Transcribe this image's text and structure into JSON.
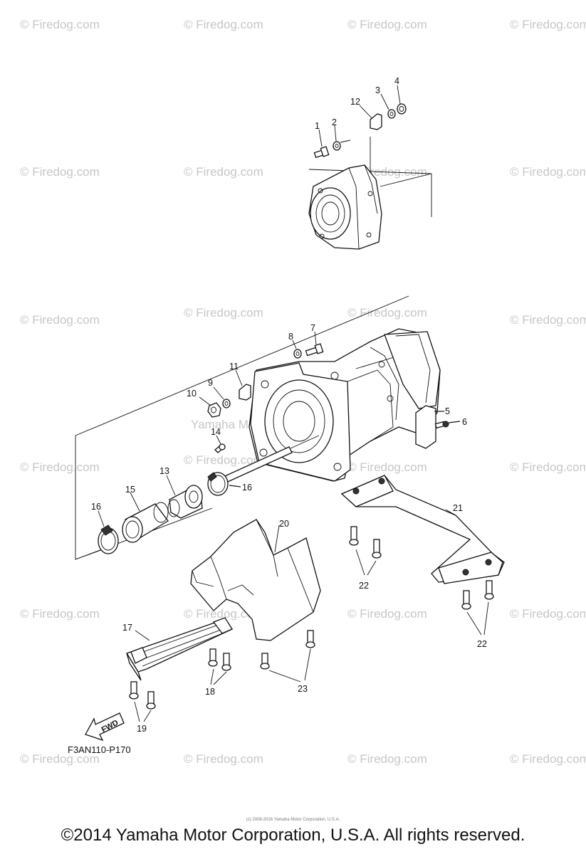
{
  "watermark_text": "© Firedog.com",
  "center_watermark_text": "Yamaha Motor Corp., U.S.A.",
  "center_watermark_site": "© Firedog.com",
  "callouts": {
    "c1": "1",
    "c2": "2",
    "c3": "3",
    "c4": "4",
    "c5": "5",
    "c6": "6",
    "c7": "7",
    "c8": "8",
    "c9": "9",
    "c10": "10",
    "c11": "11",
    "c12": "12",
    "c13": "13",
    "c14": "14",
    "c15": "15",
    "c16a": "16",
    "c16b": "16",
    "c17": "17",
    "c18": "18",
    "c19": "19",
    "c20": "20",
    "c21": "21",
    "c22a": "22",
    "c22b": "22",
    "c23": "23"
  },
  "fwd_label": "FWD",
  "diagram_code": "F3AN110-P170",
  "tiny_copyright": "(c) 2008-2016 Yamaha Motor Corporation, U.S.A.",
  "copyright": "©2014 Yamaha Motor Corporation, U.S.A. All rights reserved."
}
